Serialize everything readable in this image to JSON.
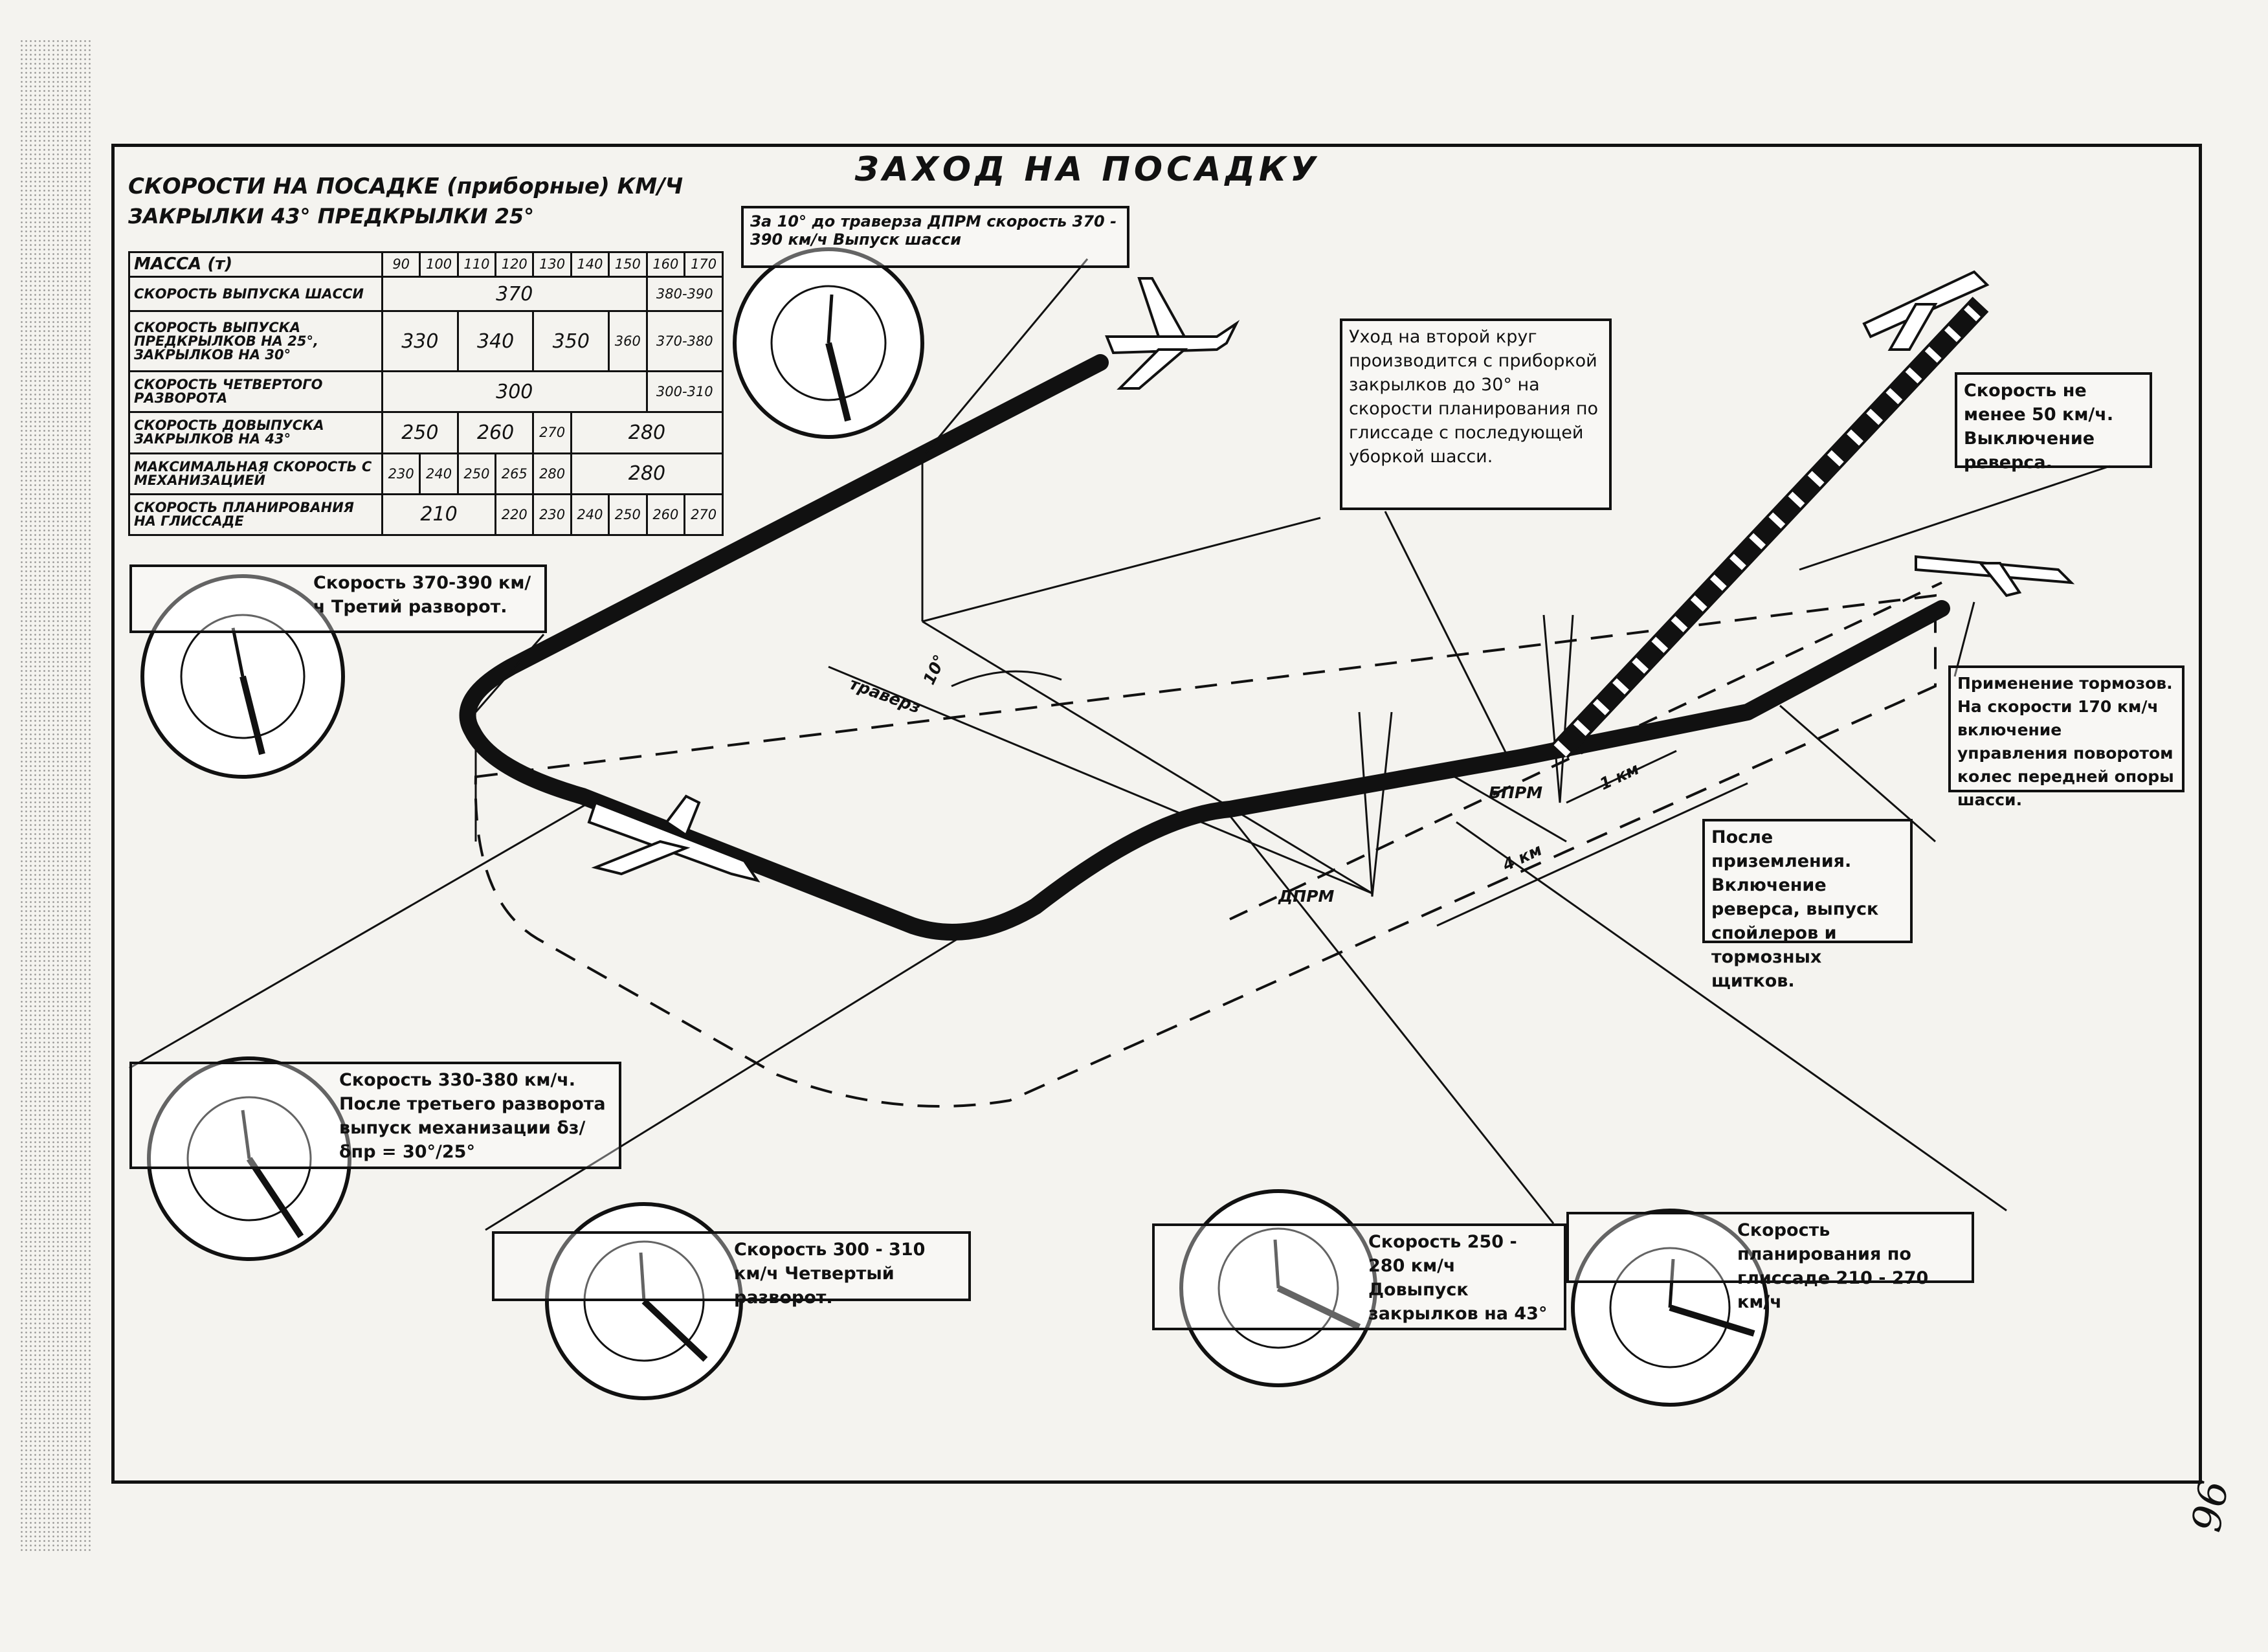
{
  "title": "ЗАХОД НА ПОСАДКУ",
  "header": {
    "line1": "СКОРОСТИ НА ПОСАДКЕ (приборные) КМ/Ч",
    "line2": "ЗАКРЫЛКИ 43° ПРЕДКРЫЛКИ 25°"
  },
  "table": {
    "mass_label": "МАССА (т)",
    "masses": [
      "90",
      "100",
      "110",
      "120",
      "130",
      "140",
      "150",
      "160",
      "170"
    ],
    "rows": [
      {
        "label": "СКОРОСТЬ ВЫПУСКА ШАССИ",
        "cells": [
          {
            "text": "370",
            "span": 7
          },
          {
            "text": "380-390",
            "span": 2
          }
        ]
      },
      {
        "label": "СКОРОСТЬ ВЫПУСКА ПРЕДКРЫЛКОВ НА 25°, ЗАКРЫЛКОВ НА 30°",
        "cells": [
          {
            "text": "330",
            "span": 2
          },
          {
            "text": "340",
            "span": 2
          },
          {
            "text": "350",
            "span": 2
          },
          {
            "text": "360",
            "span": 1
          },
          {
            "text": "370-380",
            "span": 2
          }
        ]
      },
      {
        "label": "СКОРОСТЬ ЧЕТВЕРТОГО РАЗВОРОТА",
        "cells": [
          {
            "text": "300",
            "span": 7
          },
          {
            "text": "300-310",
            "span": 2
          }
        ]
      },
      {
        "label": "СКОРОСТЬ ДОВЫПУСКА ЗАКРЫЛКОВ НА 43°",
        "cells": [
          {
            "text": "250",
            "span": 2
          },
          {
            "text": "260",
            "span": 2
          },
          {
            "text": "270",
            "span": 1
          },
          {
            "text": "280",
            "span": 4
          }
        ]
      },
      {
        "label": "МАКСИМАЛЬНАЯ СКОРОСТЬ С МЕХАНИЗАЦИЕЙ",
        "cells": [
          {
            "text": "230",
            "span": 1
          },
          {
            "text": "240",
            "span": 1
          },
          {
            "text": "250",
            "span": 1
          },
          {
            "text": "265",
            "span": 1
          },
          {
            "text": "280",
            "span": 1
          },
          {
            "text": "280",
            "span": 4
          }
        ]
      },
      {
        "label": "СКОРОСТЬ ПЛАНИРОВАНИЯ НА ГЛИССАДЕ",
        "cells": [
          {
            "text": "210",
            "span": 3
          },
          {
            "text": "220",
            "span": 1
          },
          {
            "text": "230",
            "span": 1
          },
          {
            "text": "240",
            "span": 1
          },
          {
            "text": "250",
            "span": 1
          },
          {
            "text": "260",
            "span": 1
          },
          {
            "text": "270",
            "span": 1
          }
        ]
      }
    ]
  },
  "notes": {
    "traverse": "За 10° до траверза ДПРМ скорость 370 - 390 км/ч Выпуск шасси",
    "third_turn": "Скорость 370-390 км/ч Третий разворот.",
    "go_around": "Уход на второй круг производится с приборкой закрылков до 30° на скорости планирования по глиссаде с последующей уборкой шасси.",
    "reverse_off": "Скорость не менее 50 км/ч. Выключение реверса.",
    "brakes": "Применение тормозов. На скорости 170 км/ч включение управления поворотом колес передней опоры шасси.",
    "touchdown": "После приземления. Включение реверса, выпуск спойлеров и тормозных щитков.",
    "after_third": "Скорость 330-380 км/ч. После третьего разворота выпуск механизации δз/δпр = 30°/25°",
    "fourth_turn": "Скорость 300 - 310 км/ч Четвертый разворот.",
    "flaps43": "Скорость 250 - 280 км/ч Довыпуск закрылков на 43°",
    "glide": "Скорость планирования по глиссаде 210 - 270 км/ч"
  },
  "labels": {
    "traverz": "траверз",
    "angle10": "10°",
    "bprm": "БПРМ",
    "dprm": "ДПРМ",
    "km1": "1 км",
    "km4": "4 км"
  },
  "page_number": "96",
  "colors": {
    "ink": "#111111",
    "paper": "#f4f3ef"
  }
}
